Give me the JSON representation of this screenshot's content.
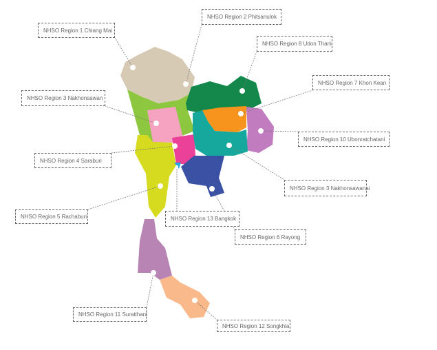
{
  "regions": [
    {
      "name": "NHSO Region 1 Chiang Mai",
      "color": "#d7cab5"
    },
    {
      "name": "NHSO Region 2 Phitsanulok",
      "color": "#8dc63f"
    },
    {
      "name": "NHSO Region 8 Udon Thani",
      "color": "#13884a"
    },
    {
      "name": "NHSO Region 7 Khon Kean",
      "color": "#f7941d"
    },
    {
      "name": "NHSO Region 3 Nakhonsawan",
      "color": "#f5a3c0"
    },
    {
      "name": "NHSO Region 10 Ubonratchatani",
      "color": "#c17bbf"
    },
    {
      "name": "NHSO Region 4 Saraburi",
      "color": "#ec4199"
    },
    {
      "name": "NHSO Region 3 Nakhonsawanai",
      "color": "#16a89c"
    },
    {
      "name": "NHSO Region 5 Rachaburi",
      "color": "#d6db1f"
    },
    {
      "name": "NHSO Region 13 Bangkok",
      "color": "#29a8df"
    },
    {
      "name": "NHSO Region 6 Rayong",
      "color": "#3b51a3"
    },
    {
      "name": "NHSO Region 11 Suratthani",
      "color": "#b884b4"
    },
    {
      "name": "NHSO Region 12 Songkhla",
      "color": "#f9b98a"
    }
  ]
}
